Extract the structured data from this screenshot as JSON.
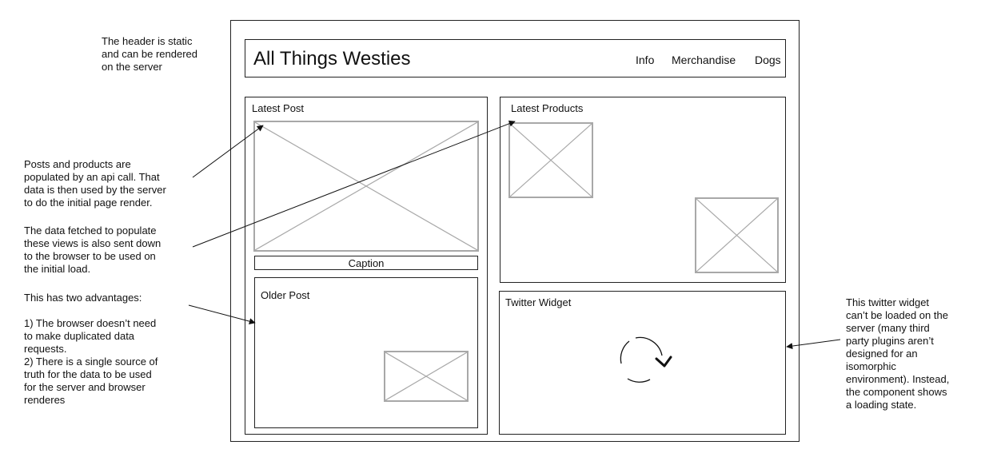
{
  "site": {
    "title": "All Things Westies",
    "nav": [
      "Info",
      "Merchandise",
      "Dogs"
    ]
  },
  "sections": {
    "latest_post": "Latest Post",
    "caption": "Caption",
    "older_post": "Older Post",
    "latest_products": "Latest Products",
    "twitter_widget": "Twitter Widget"
  },
  "notes": {
    "header": [
      "The header is static",
      "and can be rendered",
      "on the server"
    ],
    "api": [
      "Posts and products are",
      "populated by an api call. That",
      "data is then used by the server",
      "to do the initial page render."
    ],
    "data": [
      "The data fetched to populate",
      "these views is also sent down",
      "to the browser to be used on",
      "the initial load."
    ],
    "advantages": [
      "This has two advantages:",
      "",
      "1) The browser doesn’t need",
      "to make duplicated data",
      "requests.",
      "2) There is a single source of",
      "truth for the data to be used",
      "for the server and browser",
      "renderes"
    ],
    "twitter": [
      "This twitter widget",
      "can’t be loaded on the",
      "server (many third",
      "party plugins aren’t",
      "designed for an",
      "isomorphic",
      "environment). Instead,",
      "the component shows",
      "a loading state."
    ]
  },
  "colors": {
    "outline": "#222222",
    "placeholder": "#a8a8a8",
    "text": "#111111"
  }
}
